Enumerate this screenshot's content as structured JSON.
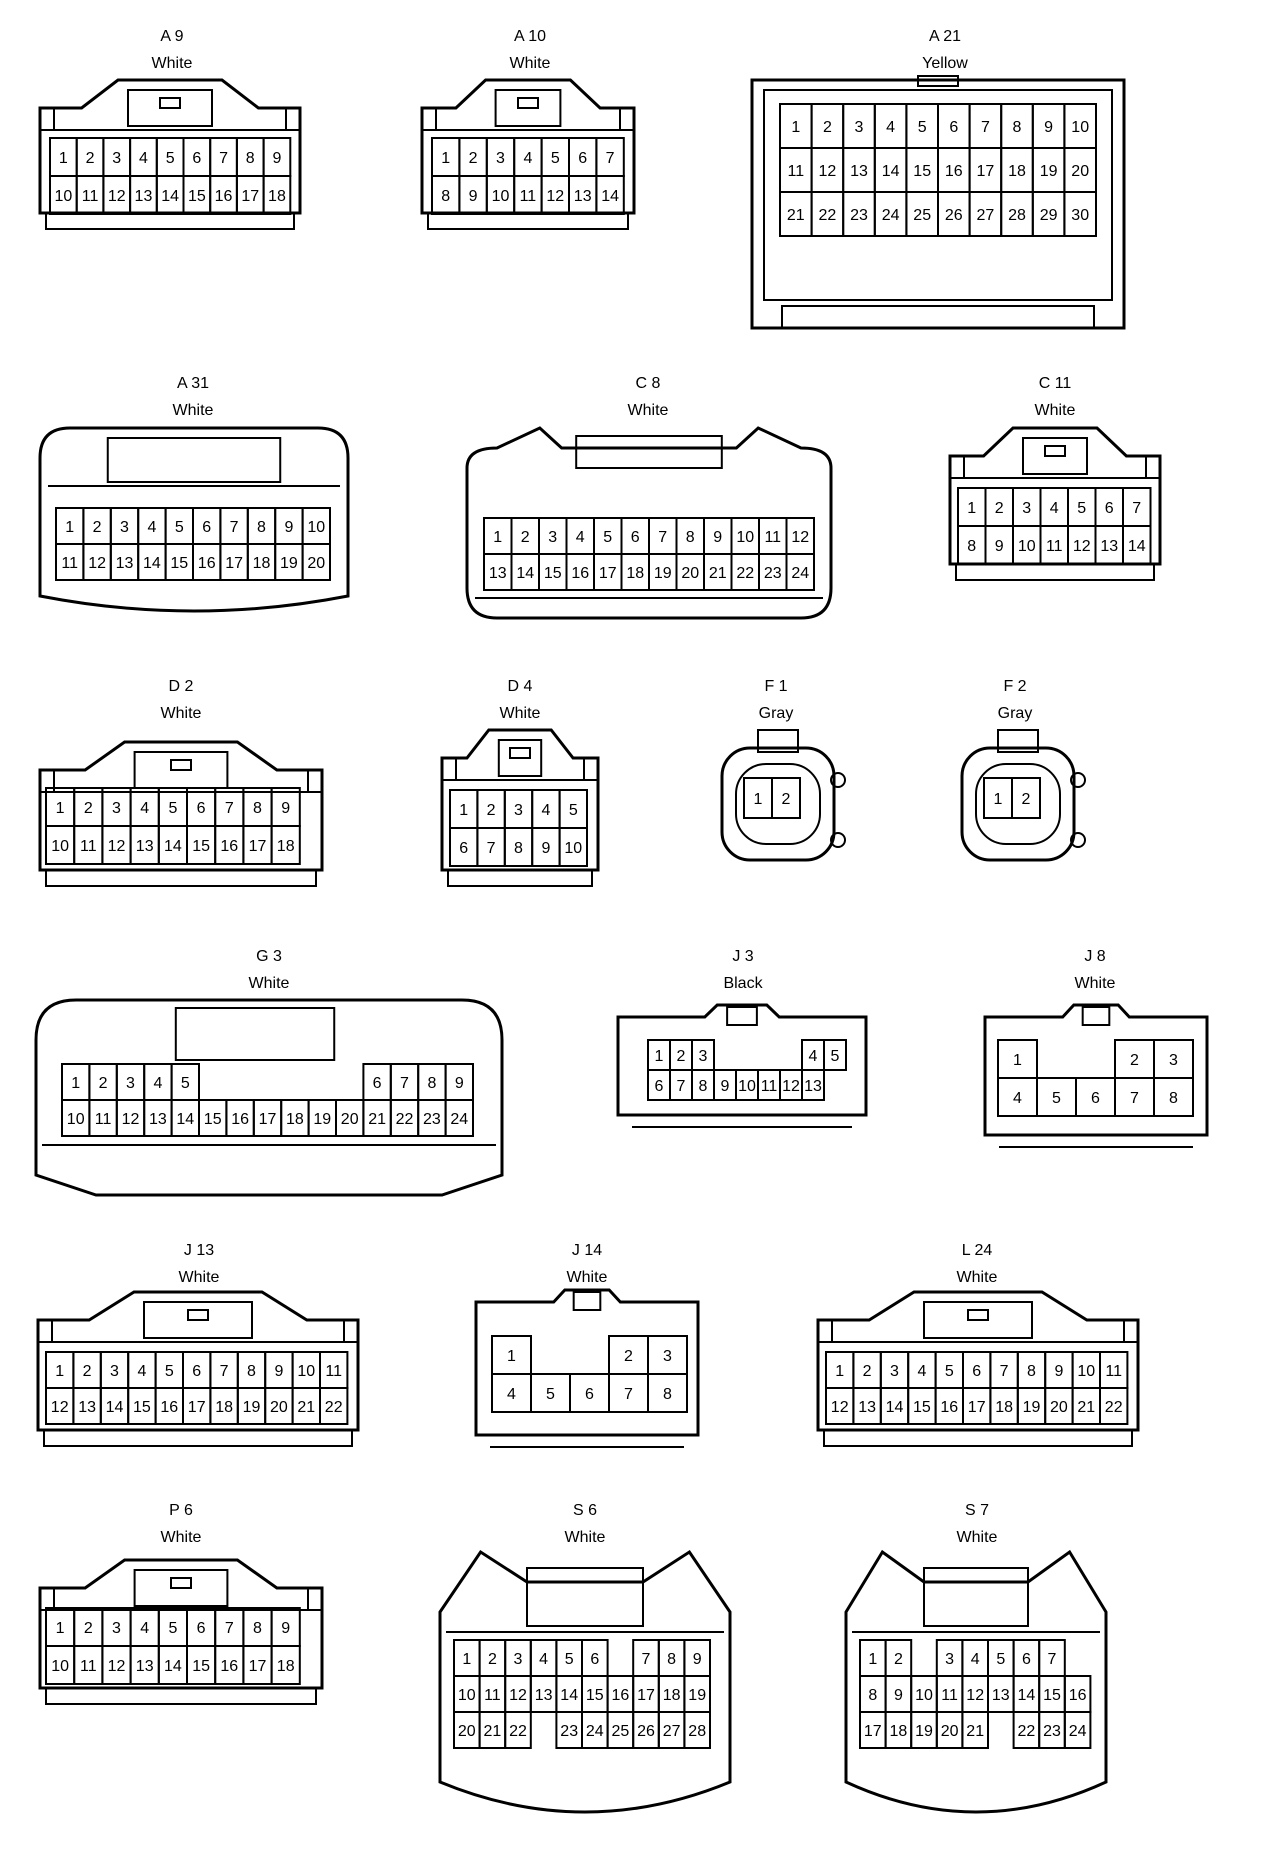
{
  "connectors": [
    {
      "id": "A9",
      "code": "A 9",
      "color": "White",
      "rows": [
        [
          "1",
          "2",
          "3",
          "4",
          "5",
          "6",
          "7",
          "8",
          "9"
        ],
        [
          "10",
          "11",
          "12",
          "13",
          "14",
          "15",
          "16",
          "17",
          "18"
        ]
      ]
    },
    {
      "id": "A10",
      "code": "A 10",
      "color": "White",
      "rows": [
        [
          "1",
          "2",
          "3",
          "4",
          "5",
          "6",
          "7"
        ],
        [
          "8",
          "9",
          "10",
          "11",
          "12",
          "13",
          "14"
        ]
      ]
    },
    {
      "id": "A21",
      "code": "A 21",
      "color": "Yellow",
      "rows": [
        [
          "1",
          "2",
          "3",
          "4",
          "5",
          "6",
          "7",
          "8",
          "9",
          "10"
        ],
        [
          "11",
          "12",
          "13",
          "14",
          "15",
          "16",
          "17",
          "18",
          "19",
          "20"
        ],
        [
          "21",
          "22",
          "23",
          "24",
          "25",
          "26",
          "27",
          "28",
          "29",
          "30"
        ]
      ]
    },
    {
      "id": "A31",
      "code": "A 31",
      "color": "White",
      "rows": [
        [
          "1",
          "2",
          "3",
          "4",
          "5",
          "6",
          "7",
          "8",
          "9",
          "10"
        ],
        [
          "11",
          "12",
          "13",
          "14",
          "15",
          "16",
          "17",
          "18",
          "19",
          "20"
        ]
      ]
    },
    {
      "id": "C8",
      "code": "C 8",
      "color": "White",
      "rows": [
        [
          "1",
          "2",
          "3",
          "4",
          "5",
          "6",
          "7",
          "8",
          "9",
          "10",
          "11",
          "12"
        ],
        [
          "13",
          "14",
          "15",
          "16",
          "17",
          "18",
          "19",
          "20",
          "21",
          "22",
          "23",
          "24"
        ]
      ]
    },
    {
      "id": "C11",
      "code": "C 11",
      "color": "White",
      "rows": [
        [
          "1",
          "2",
          "3",
          "4",
          "5",
          "6",
          "7"
        ],
        [
          "8",
          "9",
          "10",
          "11",
          "12",
          "13",
          "14"
        ]
      ]
    },
    {
      "id": "D2",
      "code": "D 2",
      "color": "White",
      "rows": [
        [
          "1",
          "2",
          "3",
          "4",
          "5",
          "6",
          "7",
          "8",
          "9"
        ],
        [
          "10",
          "11",
          "12",
          "13",
          "14",
          "15",
          "16",
          "17",
          "18"
        ]
      ]
    },
    {
      "id": "D4",
      "code": "D 4",
      "color": "White",
      "rows": [
        [
          "1",
          "2",
          "3",
          "4",
          "5"
        ],
        [
          "6",
          "7",
          "8",
          "9",
          "10"
        ]
      ]
    },
    {
      "id": "F1",
      "code": "F 1",
      "color": "Gray",
      "rows": [
        [
          "1",
          "2"
        ]
      ]
    },
    {
      "id": "F2",
      "code": "F 2",
      "color": "Gray",
      "rows": [
        [
          "1",
          "2"
        ]
      ]
    },
    {
      "id": "G3",
      "code": "G 3",
      "color": "White",
      "rows": [
        [
          "1",
          "2",
          "3",
          "4",
          "5",
          "",
          "",
          "",
          "",
          "",
          "",
          "6",
          "7",
          "8",
          "9"
        ],
        [
          "10",
          "11",
          "12",
          "13",
          "14",
          "15",
          "16",
          "17",
          "18",
          "19",
          "20",
          "21",
          "22",
          "23",
          "24"
        ]
      ]
    },
    {
      "id": "J3",
      "code": "J 3",
      "color": "Black",
      "rows": [
        [
          "",
          "1",
          "2",
          "3",
          "",
          "",
          "",
          "",
          "4",
          "5",
          ""
        ],
        [
          "",
          "6",
          "7",
          "8",
          "9",
          "10",
          "11",
          "12",
          "13",
          ""
        ]
      ]
    },
    {
      "id": "J8",
      "code": "J 8",
      "color": "White",
      "rows": [
        [
          "1",
          "",
          "",
          "2",
          "3"
        ],
        [
          "4",
          "5",
          "6",
          "7",
          "8"
        ]
      ]
    },
    {
      "id": "J13",
      "code": "J 13",
      "color": "White",
      "rows": [
        [
          "1",
          "2",
          "3",
          "4",
          "5",
          "6",
          "7",
          "8",
          "9",
          "10",
          "11"
        ],
        [
          "12",
          "13",
          "14",
          "15",
          "16",
          "17",
          "18",
          "19",
          "20",
          "21",
          "22"
        ]
      ]
    },
    {
      "id": "J14",
      "code": "J 14",
      "color": "White",
      "rows": [
        [
          "1",
          "",
          "",
          "2",
          "3"
        ],
        [
          "4",
          "5",
          "6",
          "7",
          "8"
        ]
      ]
    },
    {
      "id": "L24",
      "code": "L 24",
      "color": "White",
      "rows": [
        [
          "1",
          "2",
          "3",
          "4",
          "5",
          "6",
          "7",
          "8",
          "9",
          "10",
          "11"
        ],
        [
          "12",
          "13",
          "14",
          "15",
          "16",
          "17",
          "18",
          "19",
          "20",
          "21",
          "22"
        ]
      ]
    },
    {
      "id": "P6",
      "code": "P 6",
      "color": "White",
      "rows": [
        [
          "1",
          "2",
          "3",
          "4",
          "5",
          "6",
          "7",
          "8",
          "9"
        ],
        [
          "10",
          "11",
          "12",
          "13",
          "14",
          "15",
          "16",
          "17",
          "18"
        ]
      ]
    },
    {
      "id": "S6",
      "code": "S 6",
      "color": "White",
      "rows": [
        [
          "1",
          "2",
          "3",
          "4",
          "5",
          "6",
          "",
          "7",
          "8",
          "9"
        ],
        [
          "10",
          "11",
          "12",
          "13",
          "14",
          "15",
          "16",
          "17",
          "18",
          "19"
        ],
        [
          "20",
          "21",
          "22",
          "",
          "23",
          "24",
          "25",
          "26",
          "27",
          "28"
        ]
      ]
    },
    {
      "id": "S7",
      "code": "S 7",
      "color": "White",
      "rows": [
        [
          "1",
          "2",
          "",
          "3",
          "4",
          "5",
          "6",
          "7"
        ],
        [
          "8",
          "9",
          "10",
          "11",
          "12",
          "13",
          "14",
          "15",
          "16"
        ],
        [
          "17",
          "18",
          "19",
          "20",
          "21",
          "",
          "22",
          "23",
          "24"
        ]
      ]
    }
  ]
}
